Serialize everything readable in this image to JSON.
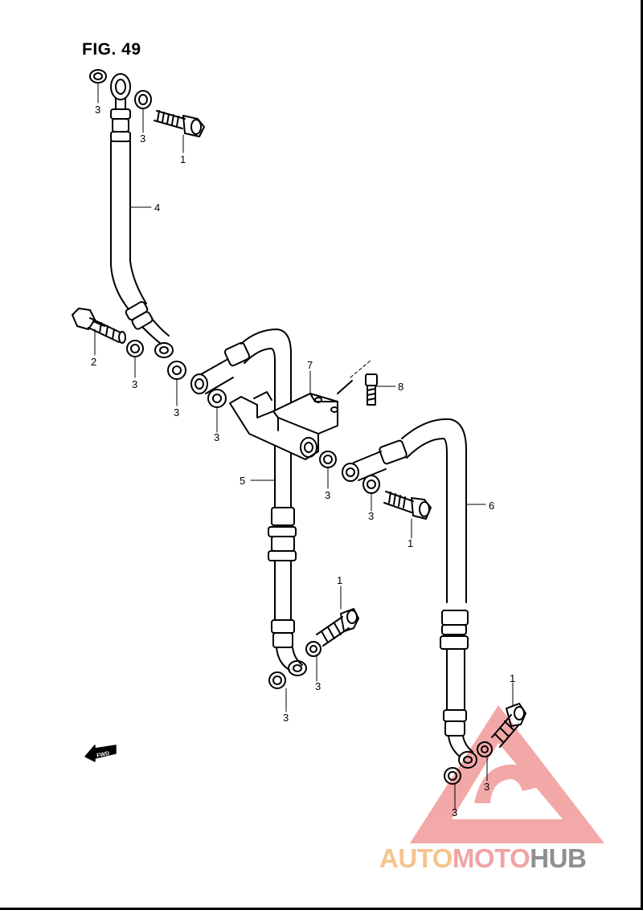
{
  "figure": {
    "title": "FIG. 49",
    "callouts": {
      "c1": "3",
      "c2": "3",
      "c3": "1",
      "c4": "4",
      "c5": "2",
      "c6": "3",
      "c7": "3",
      "c8": "3",
      "c9": "7",
      "c10": "8",
      "c11": "5",
      "c12": "3",
      "c13": "3",
      "c14": "1",
      "c15": "6",
      "c16": "1",
      "c17": "3",
      "c18": "3",
      "c19": "1",
      "c20": "3",
      "c21": "3"
    },
    "fwd_label": "FWD"
  },
  "watermark": {
    "part1": "AUTO",
    "part2": "MOTO",
    "part3": "HUB",
    "colors": {
      "auto": "#f6c38e",
      "moto": "#f1a3a3",
      "hub": "#8f8f8f",
      "logo": "#f19a9a"
    }
  }
}
